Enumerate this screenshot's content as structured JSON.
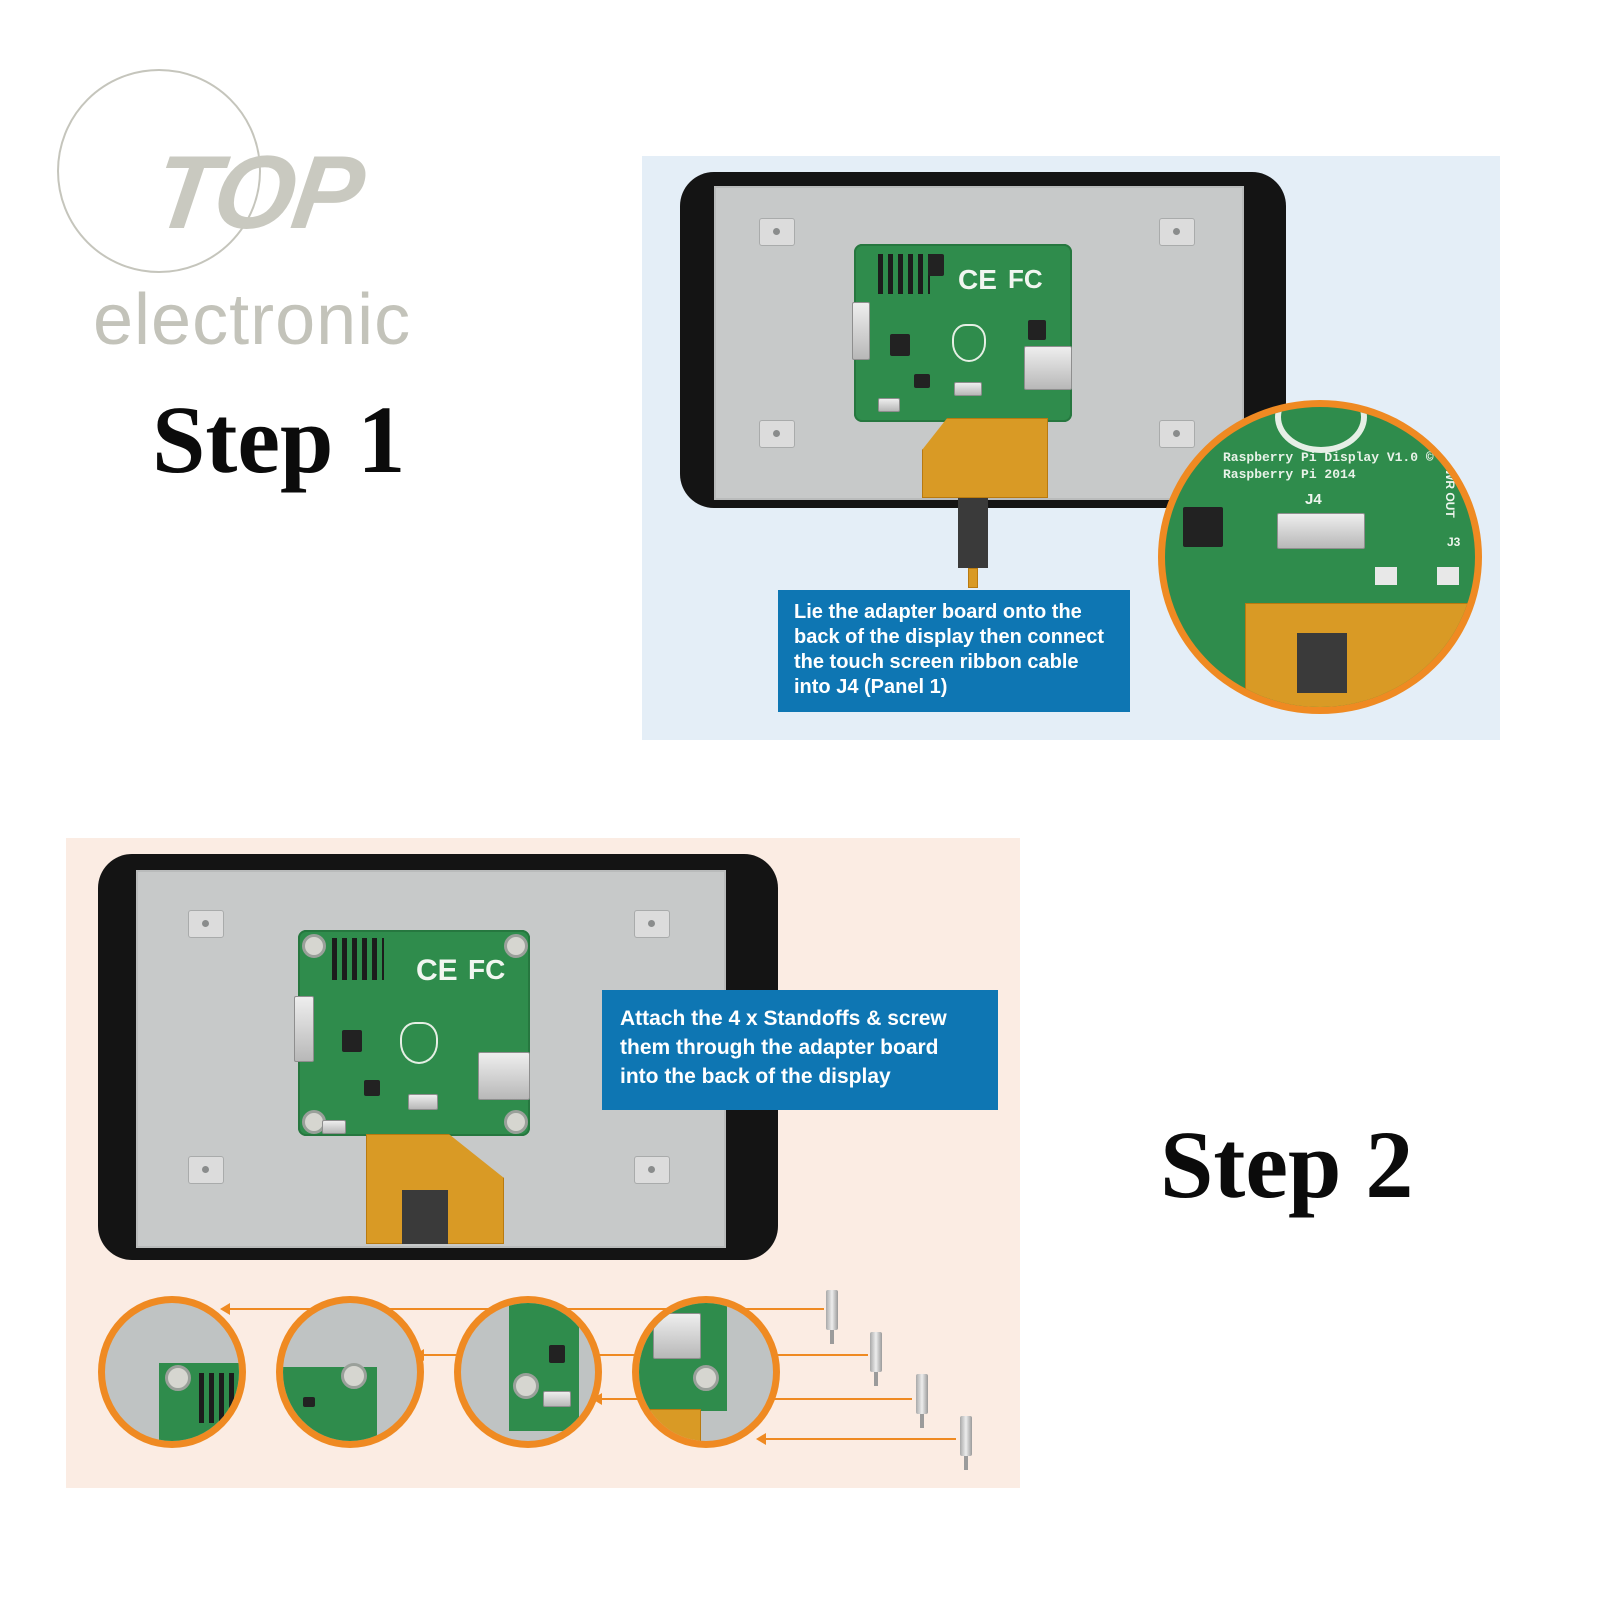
{
  "logo": {
    "brand": "TOP",
    "subtitle": "electronic"
  },
  "steps": [
    {
      "label": "Step 1",
      "callout": "Lie the adapter board onto the back of the display then connect the touch screen ribbon cable into J4 (Panel 1)",
      "zoom_board_text": "Raspberry Pi Display V1.0 © Raspberry Pi 2014",
      "zoom_connector_label": "J4",
      "zoom_side_labels": [
        "PWR OUT",
        "J3"
      ],
      "board_marks": [
        "CE",
        "FC"
      ]
    },
    {
      "label": "Step 2",
      "callout": "Attach the 4 x Standoffs & screw them through the adapter board into the back of the display",
      "board_marks": [
        "CE",
        "FC"
      ]
    }
  ],
  "colors": {
    "callout": "#0e76b3",
    "zoom_ring": "#ef8a22",
    "pcb": "#2f8c4c",
    "logo": "#c9c9c0"
  }
}
